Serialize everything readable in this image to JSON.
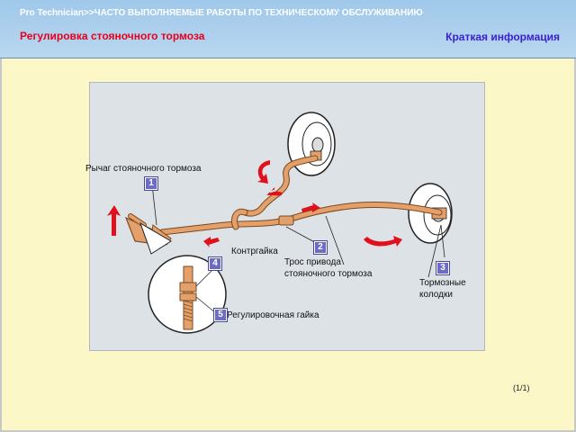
{
  "header": {
    "breadcrumb": "Pro Technician>>ЧАСТО ВЫПОЛНЯЕМЫЕ РАБОТЫ ПО ТЕХНИЧЕСКОМУ ОБСЛУЖИВАНИЮ",
    "title": "Регулировка стояночного тормоза",
    "summary_link": "Краткая информация"
  },
  "diagram": {
    "labels": {
      "lever": "Рычаг стояночного тормоза",
      "locknut": "Контргайка",
      "cable_line1": "Трос привода",
      "cable_line2": "стояночного тормоза",
      "shoes_line1": "Тормозные",
      "shoes_line2": "колодки",
      "adjust_nut": "Регулировочная гайка"
    },
    "badges": [
      "1",
      "2",
      "3",
      "4",
      "5"
    ],
    "colors": {
      "cable": "#e3a06a",
      "arrow": "#e0101c",
      "badge": "#6c6cc4"
    }
  },
  "footer": {
    "pager": "(1/1)"
  }
}
